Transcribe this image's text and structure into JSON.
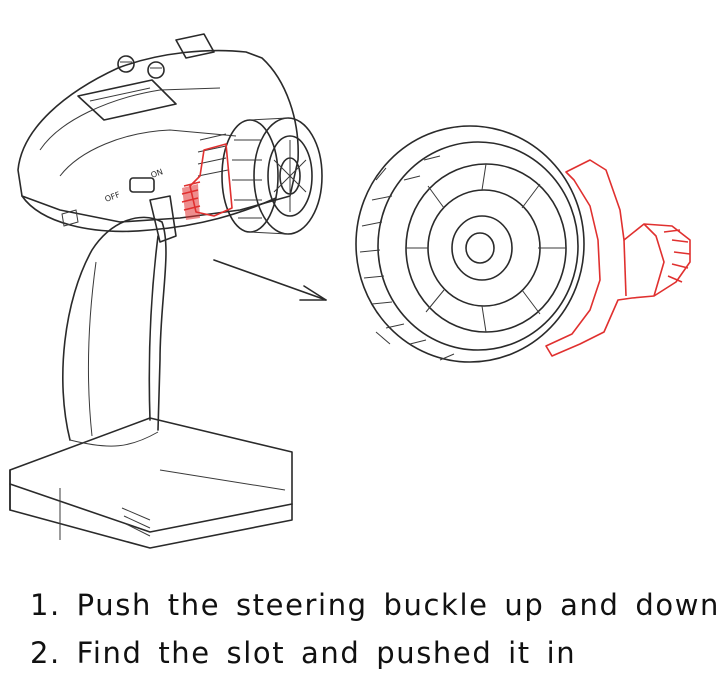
{
  "steps": [
    {
      "text": "1. Push the steering buckle up and down"
    },
    {
      "text": "2. Find the slot and pushed it in"
    }
  ],
  "switch_labels": {
    "off": "OFF",
    "on": "ON"
  },
  "colors": {
    "highlight": "#e0302f",
    "line": "#2a2a2a"
  },
  "icons": [
    "transmitter-drawing",
    "steering-wheel-drawing",
    "steering-buckle-drawing",
    "direction-arrow-icon"
  ]
}
